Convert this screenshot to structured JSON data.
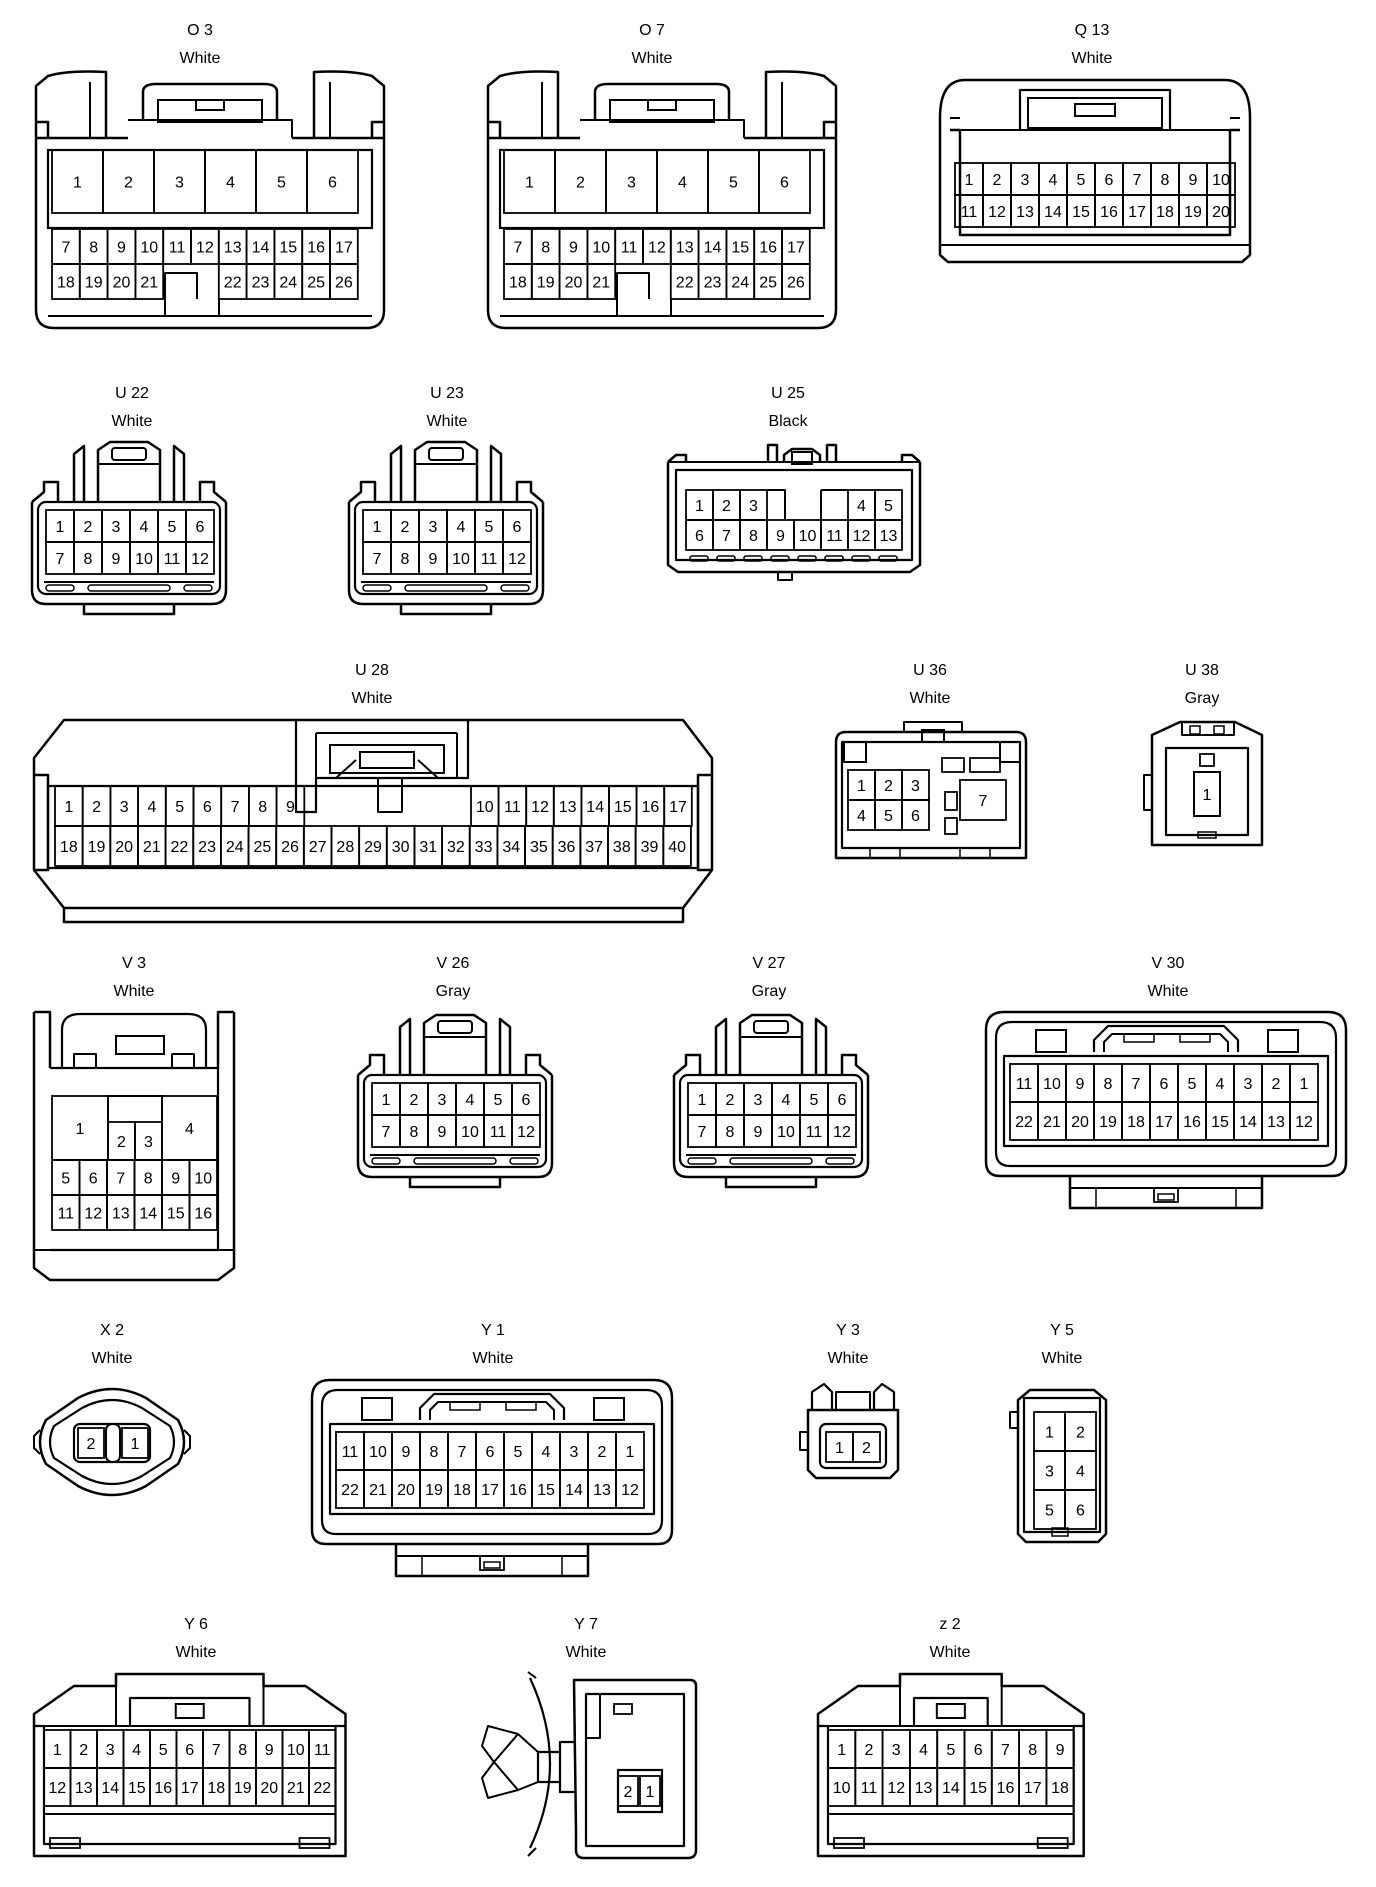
{
  "connectors": [
    {
      "code": "O 3",
      "color": "White",
      "rows": [
        [
          "1",
          "2",
          "3",
          "4",
          "5",
          "6"
        ],
        [
          "7",
          "8",
          "9",
          "10",
          "11",
          "12",
          "13",
          "14",
          "15",
          "16",
          "17"
        ],
        [
          "18",
          "19",
          "20",
          "21",
          "22",
          "23",
          "24",
          "25",
          "26"
        ]
      ]
    },
    {
      "code": "O 7",
      "color": "White",
      "rows": [
        [
          "1",
          "2",
          "3",
          "4",
          "5",
          "6"
        ],
        [
          "7",
          "8",
          "9",
          "10",
          "11",
          "12",
          "13",
          "14",
          "15",
          "16",
          "17"
        ],
        [
          "18",
          "19",
          "20",
          "21",
          "22",
          "23",
          "24",
          "25",
          "26"
        ]
      ]
    },
    {
      "code": "Q 13",
      "color": "White",
      "rows": [
        [
          "1",
          "2",
          "3",
          "4",
          "5",
          "6",
          "7",
          "8",
          "9",
          "10"
        ],
        [
          "11",
          "12",
          "13",
          "14",
          "15",
          "16",
          "17",
          "18",
          "19",
          "20"
        ]
      ]
    },
    {
      "code": "U 22",
      "color": "White",
      "rows": [
        [
          "1",
          "2",
          "3",
          "4",
          "5",
          "6"
        ],
        [
          "7",
          "8",
          "9",
          "10",
          "11",
          "12"
        ]
      ]
    },
    {
      "code": "U 23",
      "color": "White",
      "rows": [
        [
          "1",
          "2",
          "3",
          "4",
          "5",
          "6"
        ],
        [
          "7",
          "8",
          "9",
          "10",
          "11",
          "12"
        ]
      ]
    },
    {
      "code": "U 25",
      "color": "Black",
      "rows": [
        [
          "1",
          "2",
          "3",
          "4",
          "5"
        ],
        [
          "6",
          "7",
          "8",
          "9",
          "10",
          "11",
          "12",
          "13"
        ]
      ]
    },
    {
      "code": "U 28",
      "color": "White",
      "rows": [
        [
          "1",
          "2",
          "3",
          "4",
          "5",
          "6",
          "7",
          "8",
          "9",
          "10",
          "11",
          "12",
          "13",
          "14",
          "15",
          "16",
          "17"
        ],
        [
          "18",
          "19",
          "20",
          "21",
          "22",
          "23",
          "24",
          "25",
          "26",
          "27",
          "28",
          "29",
          "30",
          "31",
          "32",
          "33",
          "34",
          "35",
          "36",
          "37",
          "38",
          "39",
          "40"
        ]
      ]
    },
    {
      "code": "U 36",
      "color": "White",
      "rows": [
        [
          "1",
          "2",
          "3",
          "4",
          "5",
          "6",
          "7"
        ]
      ]
    },
    {
      "code": "U 38",
      "color": "Gray",
      "rows": [
        [
          "1"
        ]
      ]
    },
    {
      "code": "V 3",
      "color": "White",
      "rows": [
        [
          "1",
          "2",
          "3",
          "4"
        ],
        [
          "5",
          "6",
          "7",
          "8",
          "9",
          "10"
        ],
        [
          "11",
          "12",
          "13",
          "14",
          "15",
          "16"
        ]
      ]
    },
    {
      "code": "V 26",
      "color": "Gray",
      "rows": [
        [
          "1",
          "2",
          "3",
          "4",
          "5",
          "6"
        ],
        [
          "7",
          "8",
          "9",
          "10",
          "11",
          "12"
        ]
      ]
    },
    {
      "code": "V 27",
      "color": "Gray",
      "rows": [
        [
          "1",
          "2",
          "3",
          "4",
          "5",
          "6"
        ],
        [
          "7",
          "8",
          "9",
          "10",
          "11",
          "12"
        ]
      ]
    },
    {
      "code": "V 30",
      "color": "White",
      "rows": [
        [
          "11",
          "10",
          "9",
          "8",
          "7",
          "6",
          "5",
          "4",
          "3",
          "2",
          "1"
        ],
        [
          "22",
          "21",
          "20",
          "19",
          "18",
          "17",
          "16",
          "15",
          "14",
          "13",
          "12"
        ]
      ]
    },
    {
      "code": "X 2",
      "color": "White",
      "rows": [
        [
          "2",
          "1"
        ]
      ]
    },
    {
      "code": "Y 1",
      "color": "White",
      "rows": [
        [
          "11",
          "10",
          "9",
          "8",
          "7",
          "6",
          "5",
          "4",
          "3",
          "2",
          "1"
        ],
        [
          "22",
          "21",
          "20",
          "19",
          "18",
          "17",
          "16",
          "15",
          "14",
          "13",
          "12"
        ]
      ]
    },
    {
      "code": "Y 3",
      "color": "White",
      "rows": [
        [
          "1",
          "2"
        ]
      ]
    },
    {
      "code": "Y 5",
      "color": "White",
      "rows": [
        [
          "1",
          "2"
        ],
        [
          "3",
          "4"
        ],
        [
          "5",
          "6"
        ]
      ]
    },
    {
      "code": "Y 6",
      "color": "White",
      "rows": [
        [
          "1",
          "2",
          "3",
          "4",
          "5",
          "6",
          "7",
          "8",
          "9",
          "10",
          "11"
        ],
        [
          "12",
          "13",
          "14",
          "15",
          "16",
          "17",
          "18",
          "19",
          "20",
          "21",
          "22"
        ]
      ]
    },
    {
      "code": "Y 7",
      "color": "White",
      "rows": [
        [
          "2",
          "1"
        ]
      ]
    },
    {
      "code": "z 2",
      "color": "White",
      "rows": [
        [
          "1",
          "2",
          "3",
          "4",
          "5",
          "6",
          "7",
          "8",
          "9"
        ],
        [
          "10",
          "11",
          "12",
          "13",
          "14",
          "15",
          "16",
          "17",
          "18"
        ]
      ]
    }
  ]
}
